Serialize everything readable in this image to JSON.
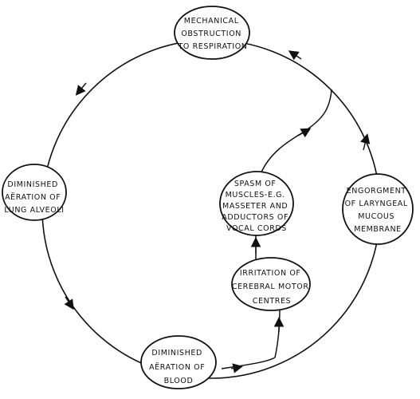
{
  "diagram": {
    "nodes": [
      {
        "id": "mechanical",
        "lines": [
          "MECHANICAL",
          "OBSTRUCTION",
          "TO RESPIRATION"
        ]
      },
      {
        "id": "diminished-lung",
        "lines": [
          "DIMINISHED",
          "AËRATION OF",
          "LUNG ALVEOLI"
        ]
      },
      {
        "id": "diminished-blood",
        "lines": [
          "DIMINISHED",
          "AËRATION  OF",
          "BLOOD"
        ]
      },
      {
        "id": "irritation",
        "lines": [
          "IRRITATION OF",
          "CEREBRAL MOTOR",
          "CENTRES"
        ]
      },
      {
        "id": "spasm",
        "lines": [
          "SPASM OF",
          "MUSCLES-E.G.",
          "MASSETER AND",
          "ADDUCTORS OF",
          "VOCAL CORDS"
        ]
      },
      {
        "id": "engorgment",
        "lines": [
          "ENGORGMENT",
          "OF LARYNGEAL",
          "MUCOUS",
          "MEMBRANE"
        ]
      }
    ],
    "colors": {
      "ink": "#111111",
      "background": "#ffffff"
    }
  }
}
